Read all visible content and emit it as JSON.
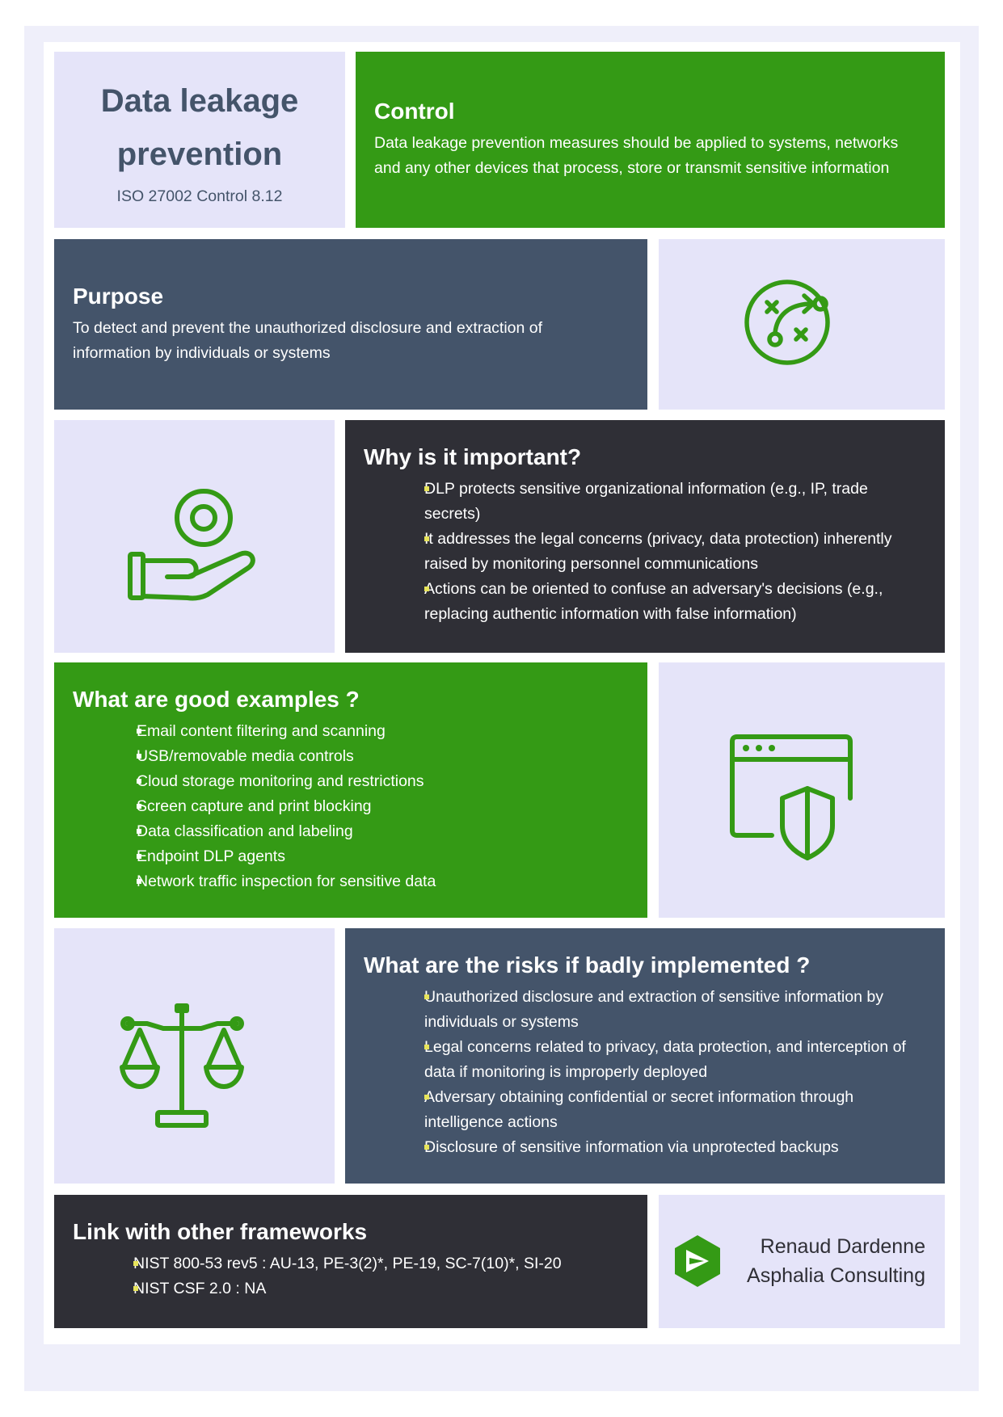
{
  "header": {
    "title": "Data leakage prevention",
    "subtitle": "ISO 27002 Control 8.12"
  },
  "control": {
    "heading": "Control",
    "text": "Data leakage prevention measures should be applied to systems, networks and any other devices that process, store or transmit sensitive information"
  },
  "purpose": {
    "heading": "Purpose",
    "text": "To detect and prevent the unauthorized disclosure and extraction of information by individuals or systems"
  },
  "importance": {
    "heading": "Why is it important?",
    "items": [
      "DLP protects sensitive organizational information (e.g., IP, trade secrets)",
      "It addresses the legal concerns (privacy, data protection) inherently raised by monitoring personnel communications",
      "Actions can be oriented to confuse an adversary's decisions (e.g., replacing authentic information with false information)"
    ]
  },
  "examples": {
    "heading": "What are good examples ?",
    "items": [
      "Email content filtering and scanning",
      "USB/removable media controls",
      "Cloud storage monitoring and restrictions",
      "Screen capture and print blocking",
      "Data classification and labeling",
      "Endpoint DLP agents",
      "Network traffic inspection for sensitive data"
    ]
  },
  "risks": {
    "heading": "What are the risks if badly implemented ?",
    "items": [
      "Unauthorized disclosure and extraction of sensitive information by individuals or systems",
      "Legal concerns related to privacy, data protection, and interception of data if monitoring is improperly deployed",
      "Adversary obtaining confidential or secret information through intelligence actions",
      "Disclosure of sensitive information via unprotected backups"
    ]
  },
  "frameworks": {
    "heading": "Link with other frameworks",
    "items": [
      "NIST 800-53 rev5 : AU-13, PE-3(2)*, PE-19, SC-7(10)*, SI-20",
      "NIST CSF 2.0 : NA"
    ]
  },
  "author": {
    "name": "Renaud Dardenne",
    "company": "Asphalia Consulting"
  },
  "colors": {
    "green": "#349a15",
    "slate": "#44546a",
    "dark": "#2f2f36",
    "lavender": "#e5e4f9",
    "bullet_yellow": "#e7e45a"
  },
  "icons": [
    "strategy-icon",
    "hand-coin-icon",
    "browser-shield-icon",
    "scales-icon",
    "asphalia-logo-icon"
  ]
}
